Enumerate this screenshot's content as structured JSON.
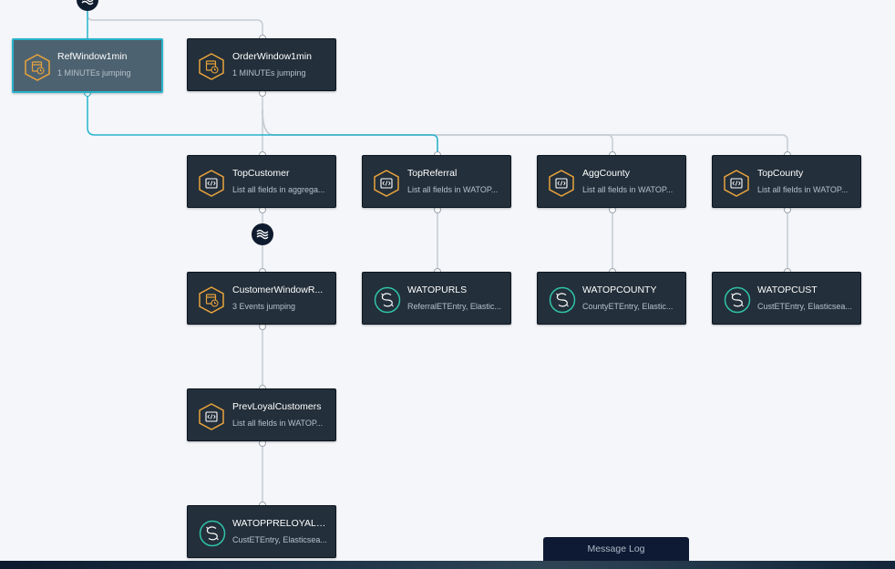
{
  "colors": {
    "node_bg": "#232f3a",
    "selected_bg": "#4d6270",
    "selected_border": "#27b3cc",
    "window_icon": "#e8a33c",
    "processor_icon": "#e8a33c",
    "sink_icon": "#2fc3a8",
    "edge": "#c5cbd2",
    "edge_selected": "#27b3cc"
  },
  "nodes": {
    "refwindow": {
      "title": "RefWindow1min",
      "subtitle": "1 MINUTEs jumping",
      "icon": "window-icon"
    },
    "orderwindow": {
      "title": "OrderWindow1min",
      "subtitle": "1 MINUTEs jumping",
      "icon": "window-icon"
    },
    "topcustomer": {
      "title": "TopCustomer",
      "subtitle": "List all fields in aggrega...",
      "icon": "code-icon"
    },
    "topreferral": {
      "title": "TopReferral",
      "subtitle": "List all fields in WATOP...",
      "icon": "code-icon"
    },
    "aggcounty": {
      "title": "AggCounty",
      "subtitle": "List all fields in WATOP...",
      "icon": "code-icon"
    },
    "topcounty": {
      "title": "TopCounty",
      "subtitle": "List all fields in WATOP...",
      "icon": "code-icon"
    },
    "customerwindow": {
      "title": "CustomerWindowR...",
      "subtitle": "3 Events jumping",
      "icon": "window-icon"
    },
    "watopurls": {
      "title": "WATOPURLS",
      "subtitle": "ReferralETEntry, Elastic...",
      "icon": "elasticsearch-icon"
    },
    "watopcounty": {
      "title": "WATOPCOUNTY",
      "subtitle": "CountyETEntry, Elastic...",
      "icon": "elasticsearch-icon"
    },
    "watopcust": {
      "title": "WATOPCUST",
      "subtitle": "CustETEntry, Elasticsea...",
      "icon": "elasticsearch-icon"
    },
    "prevloyal": {
      "title": "PrevLoyalCustomers",
      "subtitle": "List all fields in WATOP...",
      "icon": "code-icon"
    },
    "watoppreloyal": {
      "title": "WATOPPRELOYALC...",
      "subtitle": "CustETEntry, Elasticsea...",
      "icon": "elasticsearch-icon"
    }
  },
  "footer": {
    "message_log": "Message Log"
  }
}
